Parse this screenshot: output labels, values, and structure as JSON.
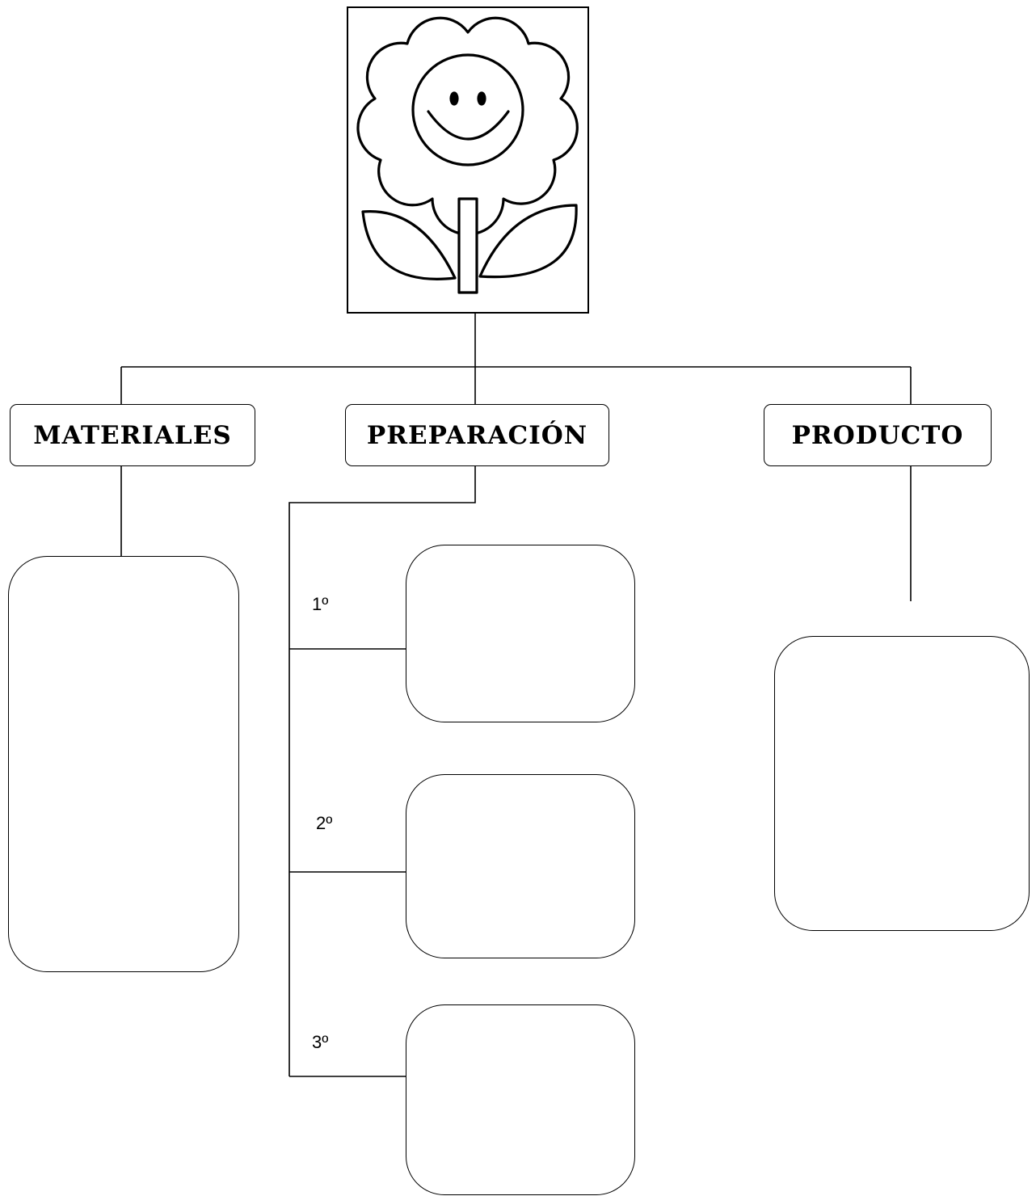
{
  "headers": {
    "materials": "MATERIALES",
    "preparation": "PREPARACIÓN",
    "product": "PRODUCTO"
  },
  "steps": [
    "1º",
    "2º",
    "3º"
  ],
  "illustration": {
    "icon": "smiling-flower-icon"
  },
  "colors": {
    "line": "#000000",
    "background": "#ffffff"
  }
}
